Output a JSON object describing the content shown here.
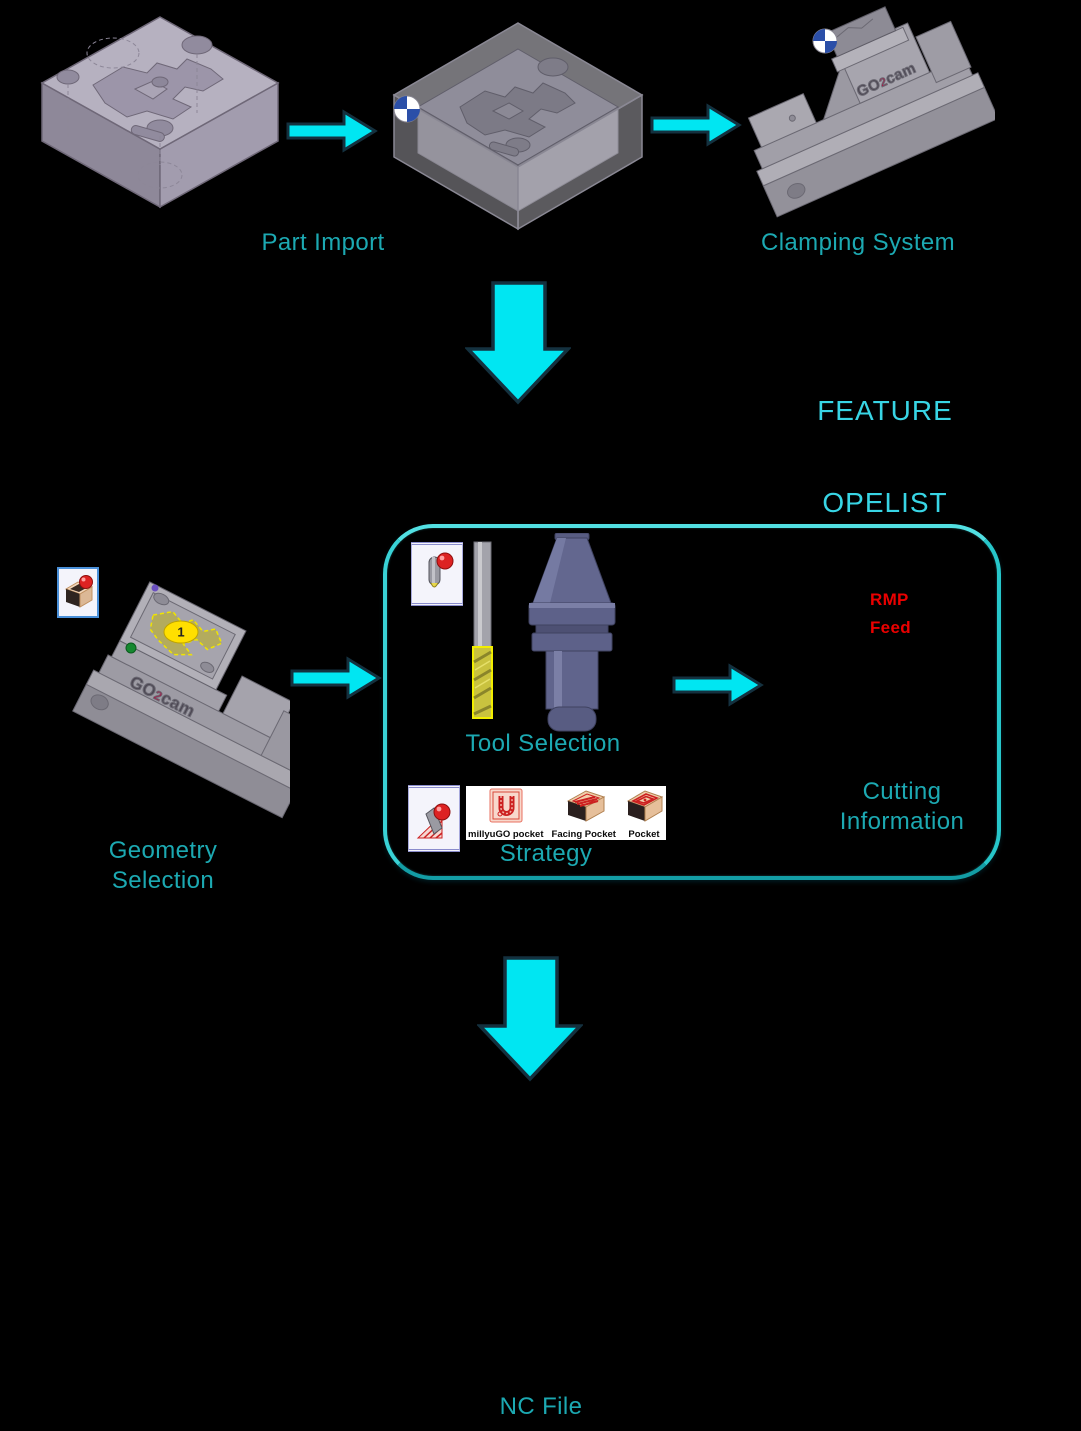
{
  "labels": {
    "part_import": "Part Import",
    "clamping_system": "Clamping System",
    "feature": "FEATURE",
    "opelist": "OPELIST",
    "tool_selection": "Tool Selection",
    "strategy": "Strategy",
    "cutting_information": "Cutting\nInformation",
    "geometry_selection": "Geometry\nSelection",
    "nc_file": "NC File",
    "rmp": "RMP",
    "feed": "Feed"
  },
  "strategy_options": [
    {
      "label": "millyuGO pocket"
    },
    {
      "label": "Facing Pocket"
    },
    {
      "label": "Pocket"
    }
  ],
  "geometry": {
    "feature_badge": "1"
  },
  "brand": {
    "prefix": "GO",
    "digit": "2",
    "suffix": "cam"
  },
  "colors": {
    "background": "#000000",
    "label_teal": "#1CA9B2",
    "heading_cyan": "#38D5E5",
    "arrow_cyan": "#00E6F2",
    "arrow_outline": "#14313F",
    "box_border": "#27C6CA",
    "rmp_feed_red": "#EA0000",
    "highlight_yellow": "#FFDF00"
  }
}
